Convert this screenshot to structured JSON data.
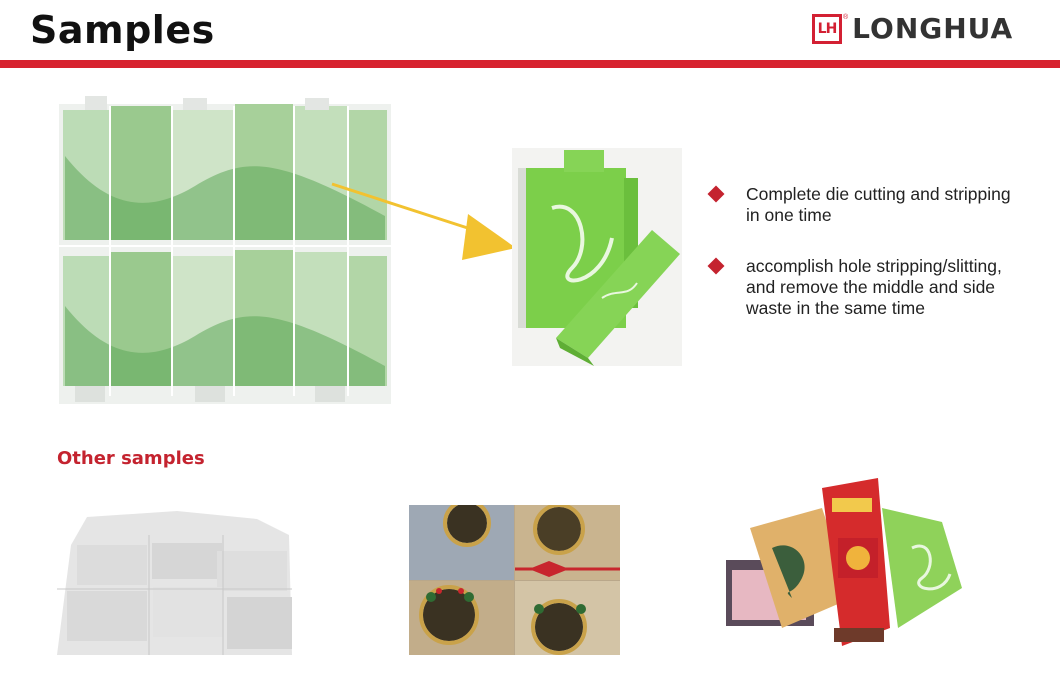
{
  "header": {
    "title": "Samples",
    "logo_mark": "LH",
    "logo_registered": "®",
    "logo_text": "LONGHUA"
  },
  "features": [
    {
      "text": "Complete die cutting and stripping\n in one time"
    },
    {
      "text": "accomplish hole stripping/slitting,\nand remove the middle and side\nwaste in the same time"
    }
  ],
  "other_samples": {
    "title": "Other samples"
  },
  "colors": {
    "accent_red": "#d7232f",
    "arrow_yellow": "#f2c230",
    "box_green": "#7ccf4a"
  },
  "icons": [
    "diamond-bullet-icon",
    "arrow-pointer-icon",
    "longhua-logo-icon"
  ]
}
